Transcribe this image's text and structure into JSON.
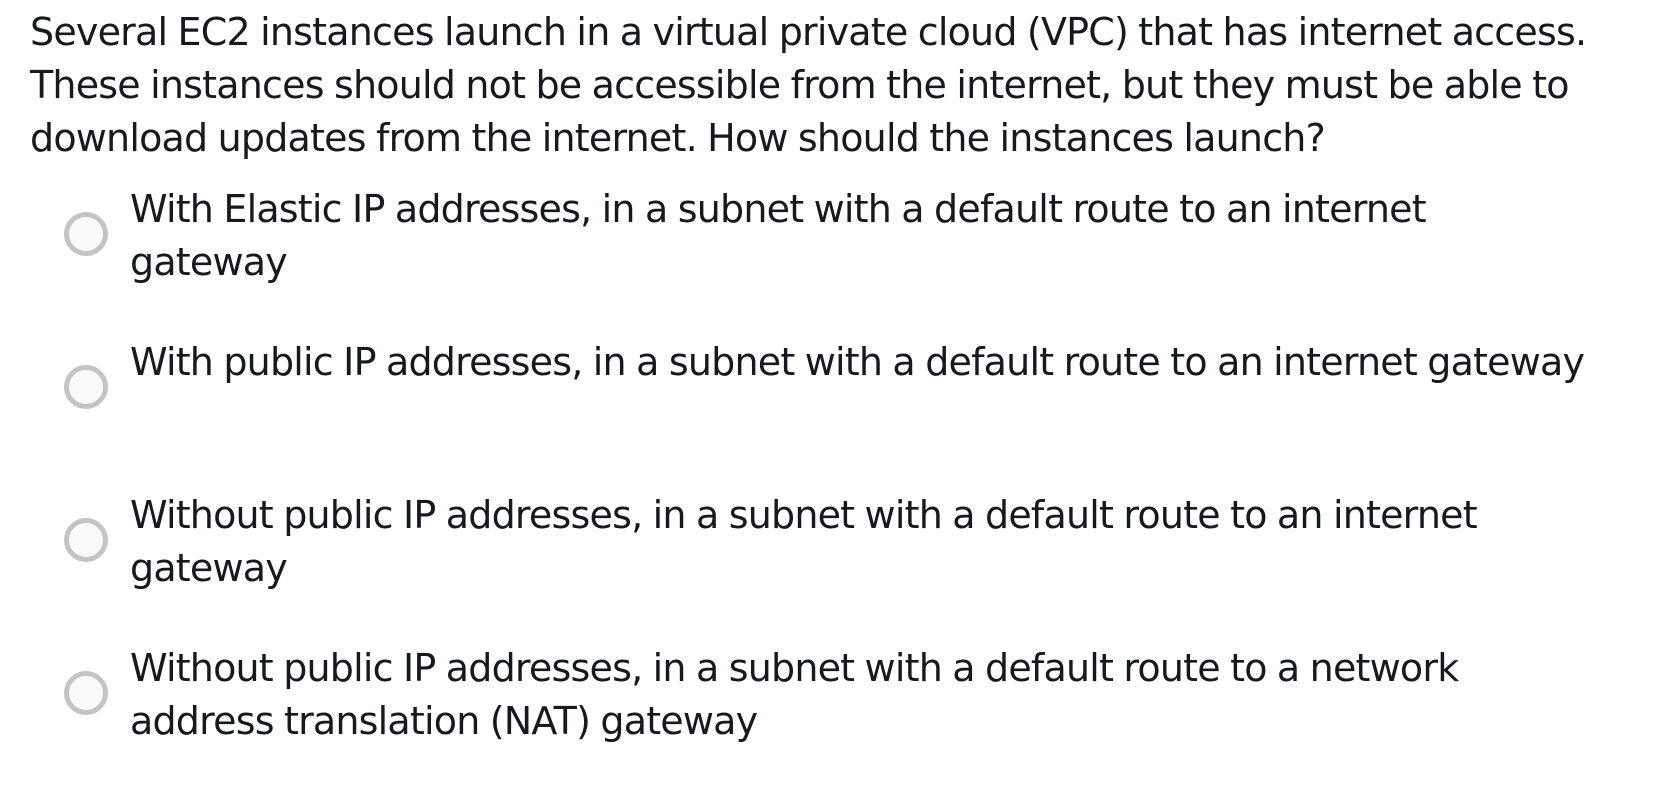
{
  "question": {
    "text": "Several EC2 instances launch in a virtual private cloud (VPC) that has internet access. These instances should not be accessible from the internet, but they must be able to download updates from the internet. How should the instances launch?"
  },
  "options": [
    {
      "label": "With Elastic IP addresses, in a subnet with a default route to an internet gateway",
      "selected": false
    },
    {
      "label": "With public IP addresses, in a subnet with a default route to an internet gateway",
      "selected": false
    },
    {
      "label": "Without public IP addresses, in a subnet with a default route to an internet gateway",
      "selected": false
    },
    {
      "label": "Without public IP addresses, in a subnet with a default route to a network address translation (NAT) gateway",
      "selected": false
    }
  ],
  "colors": {
    "text": "#16191f",
    "radio_border": "#c4c4c4",
    "background": "#ffffff"
  }
}
